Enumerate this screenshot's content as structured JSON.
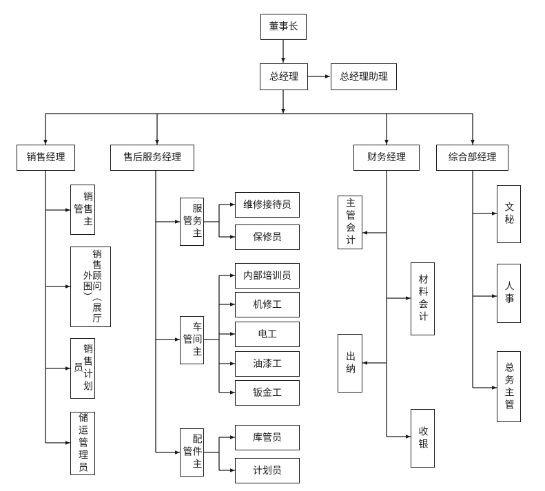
{
  "org": {
    "chairman": "董事长",
    "gm": "总经理",
    "gm_assistant": "总经理助理",
    "sales": {
      "manager": "销售经理",
      "items": [
        "销售主管",
        "销售顾问（展厅外围）",
        "销售计划员",
        "储运管理员"
      ]
    },
    "after_sales": {
      "manager": "售后服务经理",
      "service": {
        "supervisor": "服务主管",
        "staff": [
          "维修接待员",
          "保修员"
        ]
      },
      "workshop": {
        "supervisor": "车间主管",
        "staff": [
          "内部培训员",
          "机修工",
          "电工",
          "油漆工",
          "钣金工"
        ]
      },
      "parts": {
        "supervisor": "配件主管",
        "staff": [
          "库管员",
          "计划员"
        ]
      }
    },
    "finance": {
      "manager": "财务经理",
      "items": [
        "主管会计",
        "材料会计",
        "出纳",
        "收银"
      ]
    },
    "general": {
      "manager": "综合部经理",
      "items": [
        "文秘",
        "人事",
        "总务主管"
      ]
    }
  }
}
